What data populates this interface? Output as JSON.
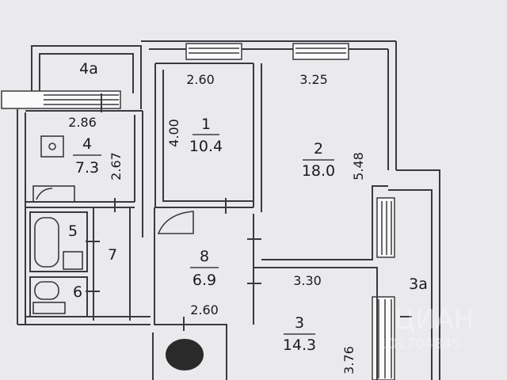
{
  "floorplan": {
    "balconies": [
      {
        "id": "balcony-4a",
        "label": "4a"
      },
      {
        "id": "balcony-3a",
        "label": "3a"
      }
    ],
    "rooms": [
      {
        "id": "room-1",
        "number": "1",
        "area": "10.4",
        "dims": [
          "2.60",
          "4.00"
        ]
      },
      {
        "id": "room-2",
        "number": "2",
        "area": "18.0",
        "dims": [
          "3.25",
          "5.48"
        ]
      },
      {
        "id": "room-3",
        "number": "3",
        "area": "14.3",
        "dims": [
          "3.30",
          "3.76"
        ]
      },
      {
        "id": "room-4",
        "number": "4",
        "area": "7.3",
        "dims": [
          "2.86",
          "2.67"
        ]
      },
      {
        "id": "room-5",
        "number": "5"
      },
      {
        "id": "room-6",
        "number": "6"
      },
      {
        "id": "room-7",
        "number": "7"
      },
      {
        "id": "room-8",
        "number": "8",
        "area": "6.9",
        "dims": [
          "2.60"
        ]
      }
    ],
    "watermark": "ЦИАН",
    "watermark_id": "101704845"
  }
}
